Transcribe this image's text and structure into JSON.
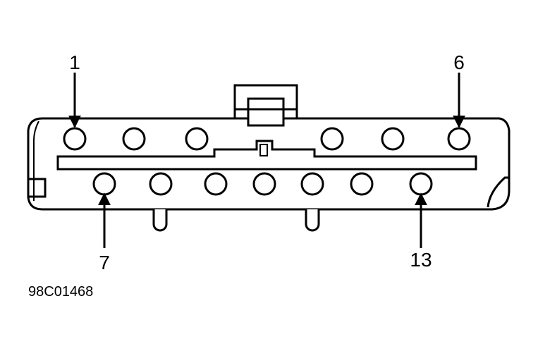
{
  "diagram": {
    "pin_labels": {
      "pin_1": "1",
      "pin_6": "6",
      "pin_7": "7",
      "pin_13": "13"
    },
    "figure_code": "98C01468",
    "top_row_pin_count": 6,
    "bottom_row_pin_count": 7
  }
}
